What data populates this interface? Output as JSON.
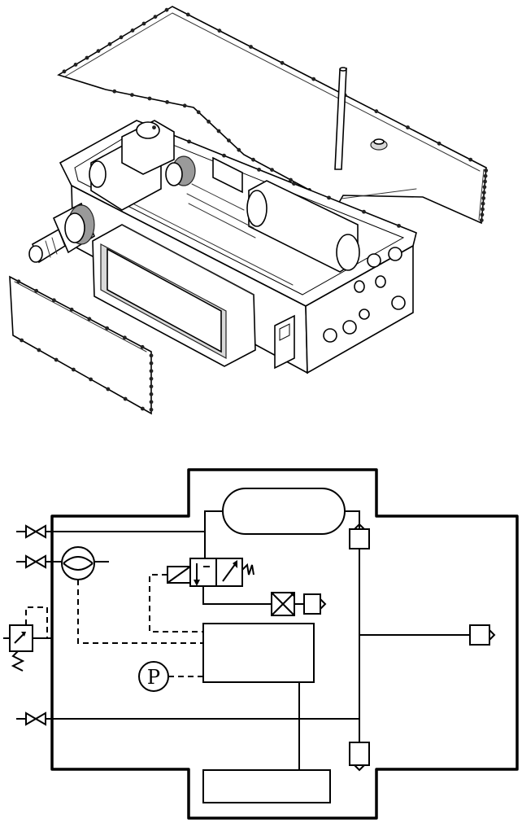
{
  "figure": {
    "type": "technical-illustration",
    "panels": [
      "isometric-exploded-housing",
      "hydraulic-pneumatic-schematic"
    ]
  },
  "schematic": {
    "pressure_gauge_label": "P"
  },
  "colors": {
    "line": "#000000",
    "shade": "#d9d9d9",
    "background": "#ffffff"
  }
}
